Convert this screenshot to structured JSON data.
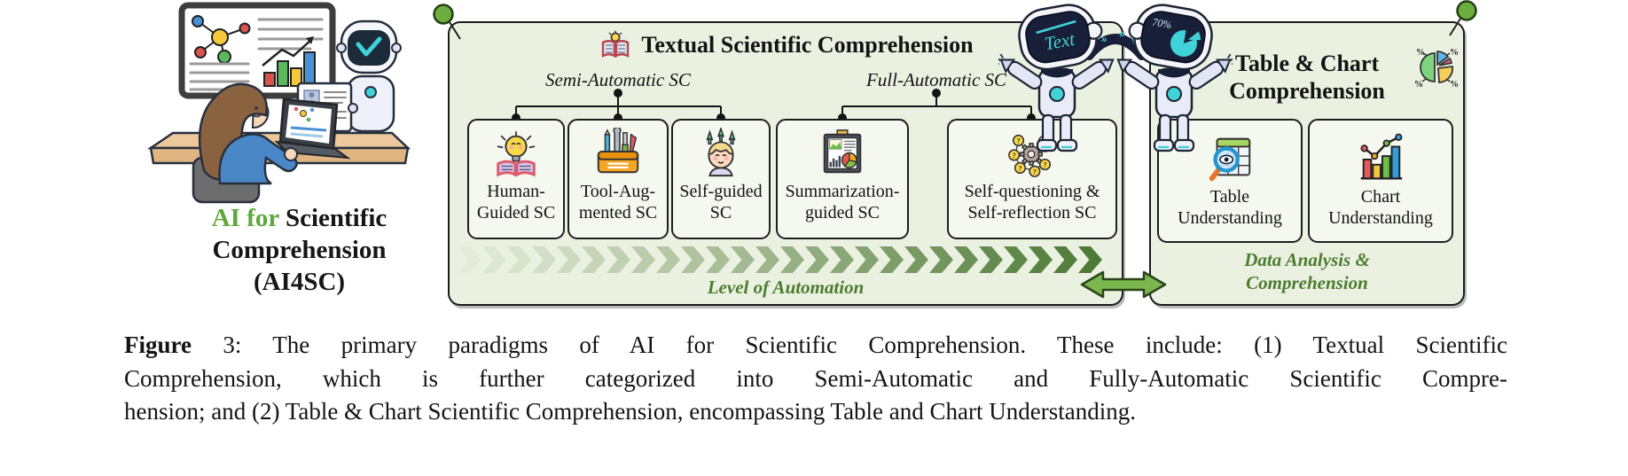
{
  "illustration": {
    "label_green": "AI for",
    "label_line1_rest": " Scientific",
    "label_line2": "Comprehension",
    "label_line3": "(AI4SC)"
  },
  "textual": {
    "title": "Textual Scientific Comprehension",
    "title_icon": "book-lightbulb-icon",
    "semi_label": "Semi-Automatic SC",
    "full_label": "Full-Automatic SC",
    "boxes": [
      {
        "line1": "Human-",
        "line2": "Guided SC",
        "icon": "glowing-bulb-book-icon"
      },
      {
        "line1": "Tool-Aug-",
        "line2": "mented SC",
        "icon": "toolbox-icon"
      },
      {
        "line1": "Self-guided",
        "line2": "SC",
        "icon": "child-growth-icon"
      },
      {
        "line1": "Summarization-",
        "line2": "guided SC",
        "icon": "presentation-chart-icon"
      },
      {
        "line1": "Self-questioning &",
        "line2": "Self-reflection SC",
        "icon": "gear-questions-icon"
      }
    ],
    "automation_label": "Level of Automation"
  },
  "tablechart": {
    "title_line1": "Table & Chart",
    "title_line2": "Comprehension",
    "title_icon": "pie-chart-percent-icon",
    "percent": "%",
    "boxes": [
      {
        "line1": "Table",
        "line2": "Understanding",
        "icon": "table-magnifier-icon"
      },
      {
        "line1": "Chart",
        "line2": "Understanding",
        "icon": "bar-line-chart-icon"
      }
    ],
    "footer_line1": "Data Analysis &",
    "footer_line2": "Comprehension"
  },
  "robots": {
    "left_screen": "Text",
    "right_screen": "70%"
  },
  "caption": {
    "line1_bold": "Figure",
    "line1_rest": " 3: The primary paradigms of AI for Scientific Comprehension. These include: (1) Textual Scientific",
    "line2": "Comprehension, which is further categorized into Semi-Automatic and Fully-Automatic Scientific Compre-",
    "line3": "hension; and (2) Table & Chart Scientific Comprehension, encompassing Table and Chart Understanding."
  },
  "colors": {
    "panel_bg": "#eaf1e1",
    "box_bg": "#f4f8ef",
    "pin_green": "#6cae3e",
    "accent_green": "#5fa83d",
    "label_green": "#4c7c2e",
    "chevron_start": "#e4ecd9",
    "chevron_end": "#4d7a35",
    "arrow_green": "#7cb64e",
    "robot_teal": "#3fd2d9"
  },
  "chevron_count": 26
}
